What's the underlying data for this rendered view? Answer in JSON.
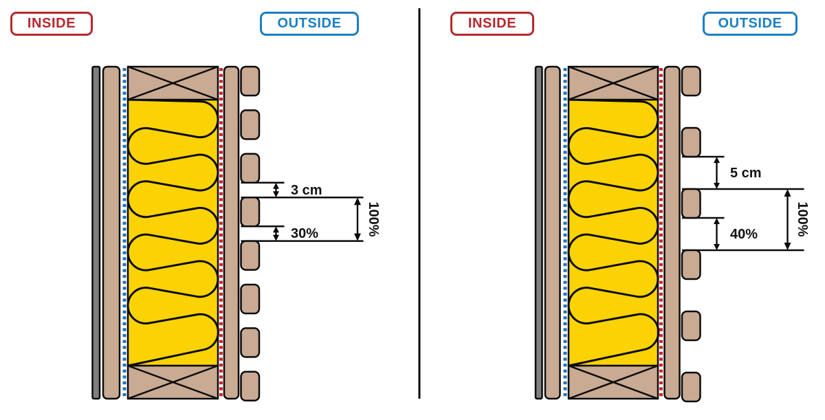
{
  "title": "Wall cross-section batten spacing comparison",
  "labels": {
    "inside": "INSIDE",
    "outside": "OUTSIDE"
  },
  "colors": {
    "background": "#FFFFFF",
    "outline": "#0B0B0B",
    "wood_tan": "#C9AA92",
    "board_gray": "#7F7F7F",
    "insulation_yellow": "#FBD305",
    "vapour_barrier_blue": "#2273B9",
    "membrane_red": "#D22128",
    "badge_red": "#B5272D",
    "badge_blue": "#1B7EC2",
    "dim_text": "#111111"
  },
  "diagrams": [
    {
      "id": "left",
      "battens": {
        "count": 8,
        "pitch": 63.4,
        "height": 42
      },
      "annotations": {
        "gap_cm": "3 cm",
        "gap_pct": "30%",
        "full": "100%",
        "ref_batten": 2
      }
    },
    {
      "id": "right",
      "battens": {
        "count": 6,
        "pitch": 89,
        "height": 42
      },
      "annotations": {
        "gap_cm": "5 cm",
        "gap_pct": "40%",
        "full": "100%",
        "ref_batten": 1
      }
    }
  ]
}
